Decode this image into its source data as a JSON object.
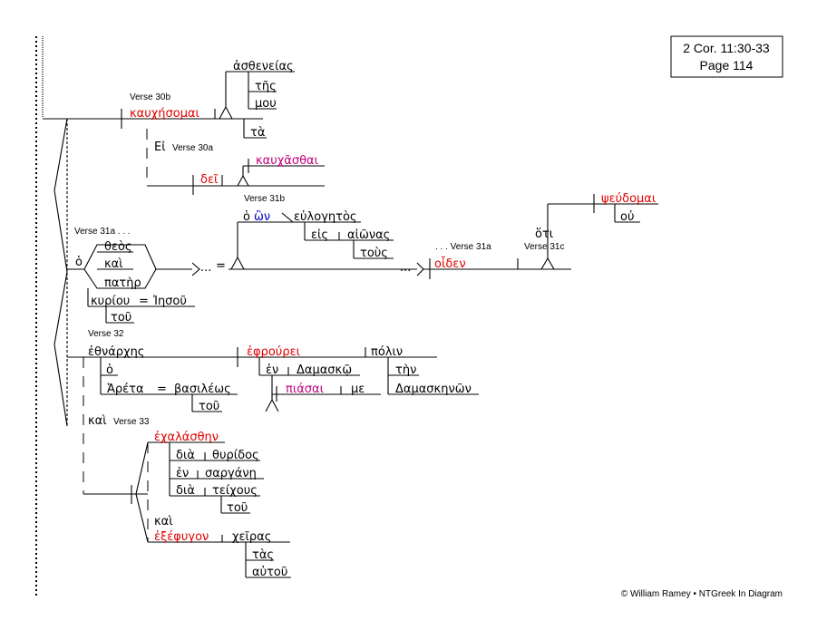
{
  "reference": {
    "line1": "2 Cor. 11:30-33",
    "line2": "Page 114"
  },
  "copyright": "© William Ramey • NTGreek In Diagram",
  "labels": {
    "v30b": "Verse 30b",
    "v30a": "Verse 30a",
    "v31b": "Verse 31b",
    "v31a_a": "Verse 31a . . .",
    "v31a_b": ". . . Verse 31a",
    "v31c": "Verse 31c",
    "v32": "Verse 32",
    "v33": "Verse 33"
  },
  "words": {
    "astheneias": "ἀσθενείας",
    "tes": "τῆς",
    "mou": "μου",
    "kauchesomai": "καυχήσομαι",
    "ta": "τὰ",
    "ei": "Εἰ",
    "dei": "δεῖ",
    "kauchasthai": "καυχᾶσθαι",
    "ho_on": "ὁ",
    "on": "ὢν",
    "eulogetos": "εὐλογητὸς",
    "eis": "εἰς",
    "aionas": "αἰῶνας",
    "tous": "τοὺς",
    "pseudomai": "ψεύδομαι",
    "ou": "οὐ",
    "hoti": "ὅτι",
    "oiden": "οἶδεν",
    "ho_art": "ὁ",
    "theos": "θεὸς",
    "kai1": "καὶ",
    "pater": "πατὴρ",
    "kyriou": "κυρίου",
    "eq1": "=",
    "iesou": "Ἰησοῦ",
    "tou1": "τοῦ",
    "eq2": "=",
    "ellipsis1": "...",
    "ellipsis2": "...",
    "ethnarches": "ἐθνάρχης",
    "ho_eth": "ὁ",
    "areta": "Ἁρέτα",
    "eq3": "=",
    "basileos": "βασιλέως",
    "tou2": "τοῦ",
    "ephrourei": "ἐφρούρει",
    "polin": "πόλιν",
    "ten": "τὴν",
    "damaskenon": "Δαμασκηνῶν",
    "en1": "ἐν",
    "damasko": "Δαμασκῷ",
    "piasai": "πιάσαι",
    "me": "με",
    "kai2": "καὶ",
    "echalasthen": "ἐχαλάσθην",
    "dia1": "διὰ",
    "thyridos": "θυρίδος",
    "en2": "ἐν",
    "sargane": "σαργάνῃ",
    "dia2": "διὰ",
    "teichous": "τείχους",
    "tou3": "τοῦ",
    "kai3": "καὶ",
    "exephygon": "ἐξέφυγον",
    "cheiras": "χεῖρας",
    "tas": "τὰς",
    "autou": "αὐτοῦ"
  }
}
